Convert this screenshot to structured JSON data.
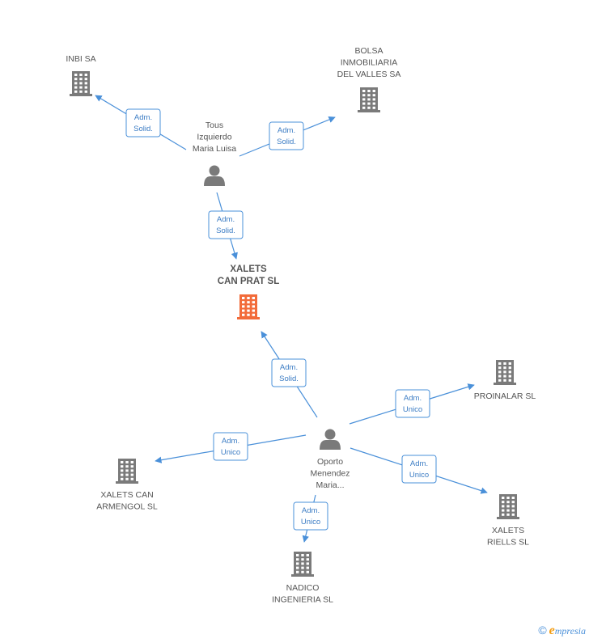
{
  "colors": {
    "node": "#7a7a7a",
    "focus": "#f26b3a",
    "edge": "#4a90d9",
    "label": "#555555"
  },
  "nodes": [
    {
      "id": "inbi",
      "kind": "company",
      "lines": [
        "INBI SA"
      ]
    },
    {
      "id": "bolsa",
      "kind": "company",
      "lines": [
        "BOLSA",
        "INMOBILIARIA",
        "DEL VALLES SA"
      ]
    },
    {
      "id": "tous",
      "kind": "person",
      "lines": [
        "Tous",
        "Izquierdo",
        "Maria Luisa"
      ]
    },
    {
      "id": "xalets-can-prat",
      "kind": "company",
      "focus": true,
      "lines": [
        "XALETS",
        "CAN PRAT SL"
      ]
    },
    {
      "id": "proinalar",
      "kind": "company",
      "lines": [
        "PROINALAR SL"
      ]
    },
    {
      "id": "oporto",
      "kind": "person",
      "lines": [
        "Oporto",
        "Menendez",
        "Maria..."
      ]
    },
    {
      "id": "xalets-can-armengol",
      "kind": "company",
      "lines": [
        "XALETS CAN",
        "ARMENGOL SL"
      ]
    },
    {
      "id": "xalets-riells",
      "kind": "company",
      "lines": [
        "XALETS",
        "RIELLS  SL"
      ]
    },
    {
      "id": "nadico",
      "kind": "company",
      "lines": [
        "NADICO",
        "INGENIERIA SL"
      ]
    }
  ],
  "edges": [
    {
      "from": "tous",
      "to": "inbi",
      "role": [
        "Adm.",
        "Solid."
      ]
    },
    {
      "from": "tous",
      "to": "bolsa",
      "role": [
        "Adm.",
        "Solid."
      ]
    },
    {
      "from": "tous",
      "to": "xalets-can-prat",
      "role": [
        "Adm.",
        "Solid."
      ]
    },
    {
      "from": "oporto",
      "to": "xalets-can-prat",
      "role": [
        "Adm.",
        "Solid."
      ]
    },
    {
      "from": "oporto",
      "to": "proinalar",
      "role": [
        "Adm.",
        "Unico"
      ]
    },
    {
      "from": "oporto",
      "to": "xalets-can-armengol",
      "role": [
        "Adm.",
        "Unico"
      ]
    },
    {
      "from": "oporto",
      "to": "xalets-riells",
      "role": [
        "Adm.",
        "Unico"
      ]
    },
    {
      "from": "oporto",
      "to": "nadico",
      "role": [
        "Adm.",
        "Unico"
      ]
    }
  ],
  "footer": {
    "copyright": "©",
    "brand_initial": "e",
    "brand_rest": "mpresia"
  }
}
